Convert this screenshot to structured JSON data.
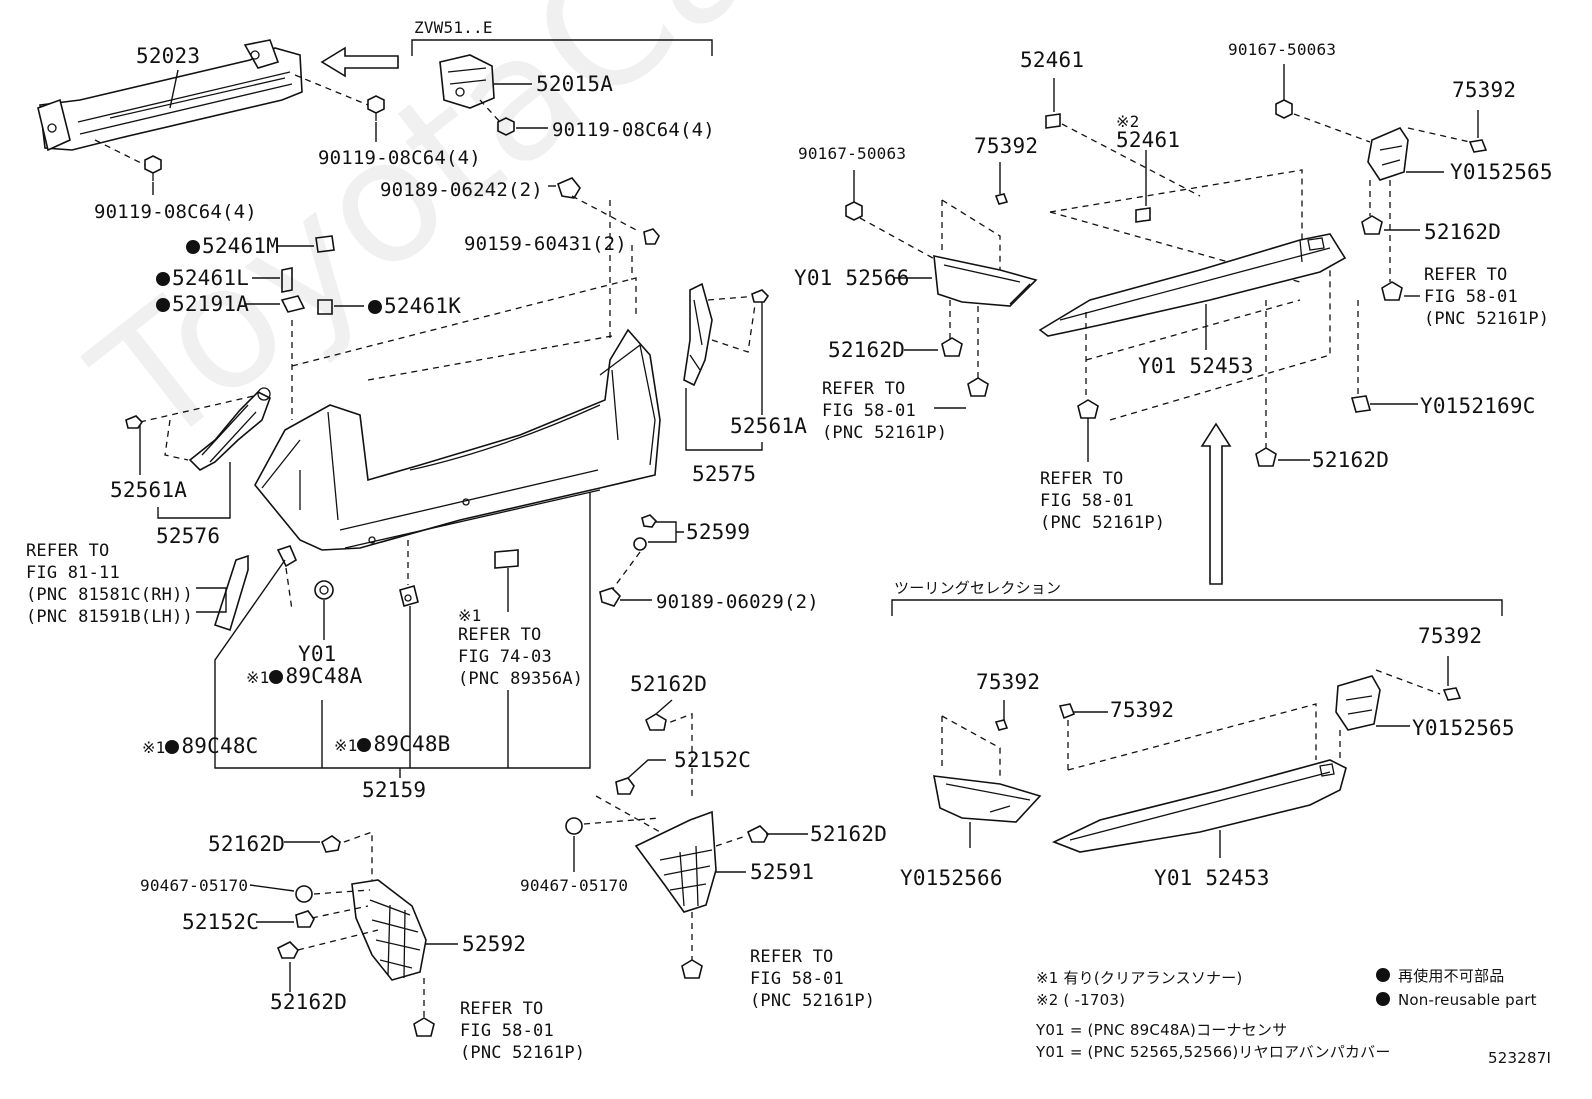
{
  "diagram": {
    "header": "ZVW51..E",
    "watermark": "ToyotaCarViewer.ru",
    "variant_header": "ツーリングセレクション",
    "figure_id": "523287I",
    "labels": {
      "p52023": "52023",
      "p52015A": "52015A",
      "p90119_a": "90119-08C64(4)",
      "p90119_b": "90119-08C64(4)",
      "p90119_c": "90119-08C64(4)",
      "p90189_06242": "90189-06242(2)",
      "p90159": "90159-60431(2)",
      "p52461M": "52461M",
      "p52461L": "52461L",
      "p52191A": "52191A",
      "p52461K": "52461K",
      "p52561A_l": "52561A",
      "p52576": "52576",
      "p52561A_r": "52561A",
      "p52575": "52575",
      "p52599": "52599",
      "p90189_06029": "90189-06029(2)",
      "refer_81": "REFER TO\nFIG 81-11\n(PNC 81581C(RH))\n(PNC 81591B(LH))",
      "y01_l": "Y01",
      "p89C48A": "89C48A",
      "p89C48C": "89C48C",
      "p89C48B": "89C48B",
      "refer_74": "REFER TO\nFIG 74-03\n(PNC 89356A)",
      "kome1_a": "※1",
      "kome1_b": "※1",
      "kome1_c": "※1",
      "kome1_d": "※1",
      "p52159": "52159",
      "p52162D_top": "52162D",
      "p52152C_r": "52152C",
      "p52162D_rm": "52162D",
      "p52591": "52591",
      "p90467_r": "90467-05170",
      "refer_58_a": "REFER TO\nFIG 58-01\n(PNC 52161P)",
      "p52162D_lt": "52162D",
      "p90467_l": "90467-05170",
      "p52152C_l": "52152C",
      "p52592": "52592",
      "p52162D_lb": "52162D",
      "refer_58_b": "REFER TO\nFIG 58-01\n(PNC 52161P)",
      "p52461_a": "52461",
      "kome2": "※2",
      "p52461_b": "52461",
      "p90167_a": "90167-50063",
      "p75392_a": "75392",
      "p90167_b": "90167-50063",
      "p75392_b": "75392",
      "pY0152565_a": "Y0152565",
      "pY01_52566_a": "Y01 52566",
      "p52162D_r1": "52162D",
      "refer_58_c": "REFER TO\nFIG 58-01\n(PNC 52161P)",
      "pY01_52453_a": "Y01 52453",
      "p52162D_r2": "52162D",
      "refer_58_d": "REFER TO\nFIG 58-01\n(PNC 52161P)",
      "refer_58_e": "REFER TO\nFIG 58-01\n(PNC 52161P)",
      "pY0152169C": "Y0152169C",
      "p52162D_r3": "52162D",
      "p75392_c": "75392",
      "p75392_d": "75392",
      "p75392_e": "75392",
      "pY0152565_b": "Y0152565",
      "pY0152566_b": "Y0152566",
      "pY01_52453_b": "Y01 52453"
    },
    "legend": {
      "line1": "※1  有り(クリアランスソナー)",
      "line2": "※2  (       -1703)",
      "line3": "Y01 = (PNC 89C48A)コーナセンサ",
      "line4": "Y01 = (PNC 52565,52566)リヤロアバンパカバー",
      "nonreuse_jp": "再使用不可部品",
      "nonreuse_en": "Non-reusable part"
    }
  }
}
